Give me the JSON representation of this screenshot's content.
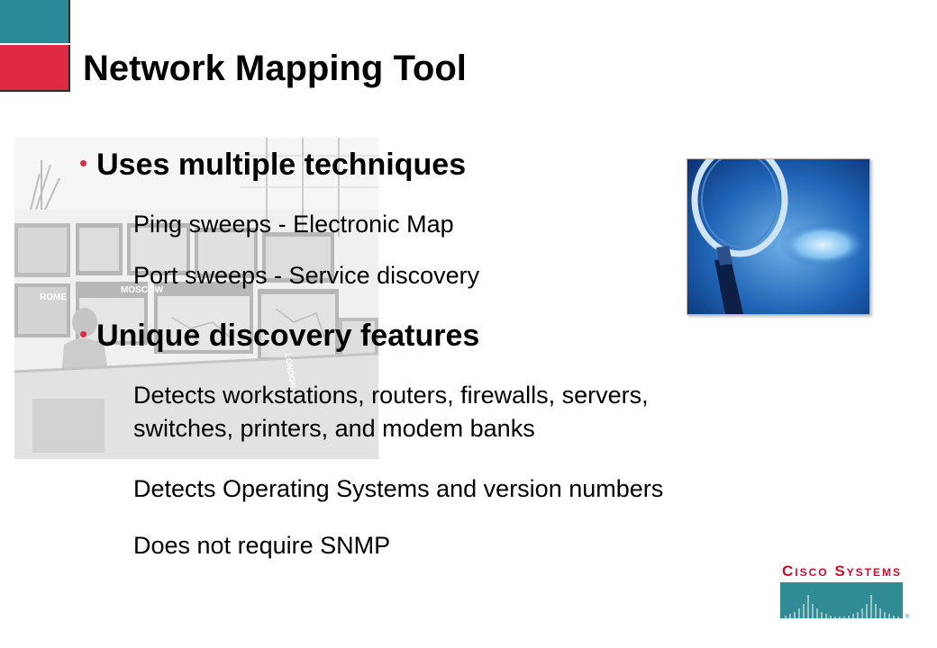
{
  "slide": {
    "title": "Network Mapping Tool",
    "bullets": [
      {
        "label": "Uses multiple techniques",
        "items": [
          "Ping sweeps - Electronic Map",
          "Port sweeps - Service discovery"
        ]
      },
      {
        "label": "Unique discovery features",
        "items": [
          "Detects workstations, routers, firewalls, servers,",
          "switches, printers, and modem banks",
          "Detects Operating Systems and version numbers",
          "Does not require SNMP"
        ]
      }
    ]
  },
  "photo_labels": {
    "rome": "ROME",
    "moscow": "MOSCOW",
    "london": "LONDON"
  },
  "logo": {
    "text": "Cisco Systems"
  },
  "colors": {
    "teal": "#2a8a97",
    "red": "#e02a43",
    "bullet": "#e02a43",
    "logo_red": "#c8102e",
    "logo_teal": "#2f8b94"
  },
  "icons": [
    "bullet-dot",
    "magnifying-glass",
    "control-room-photo",
    "cisco-bridge-logo"
  ]
}
